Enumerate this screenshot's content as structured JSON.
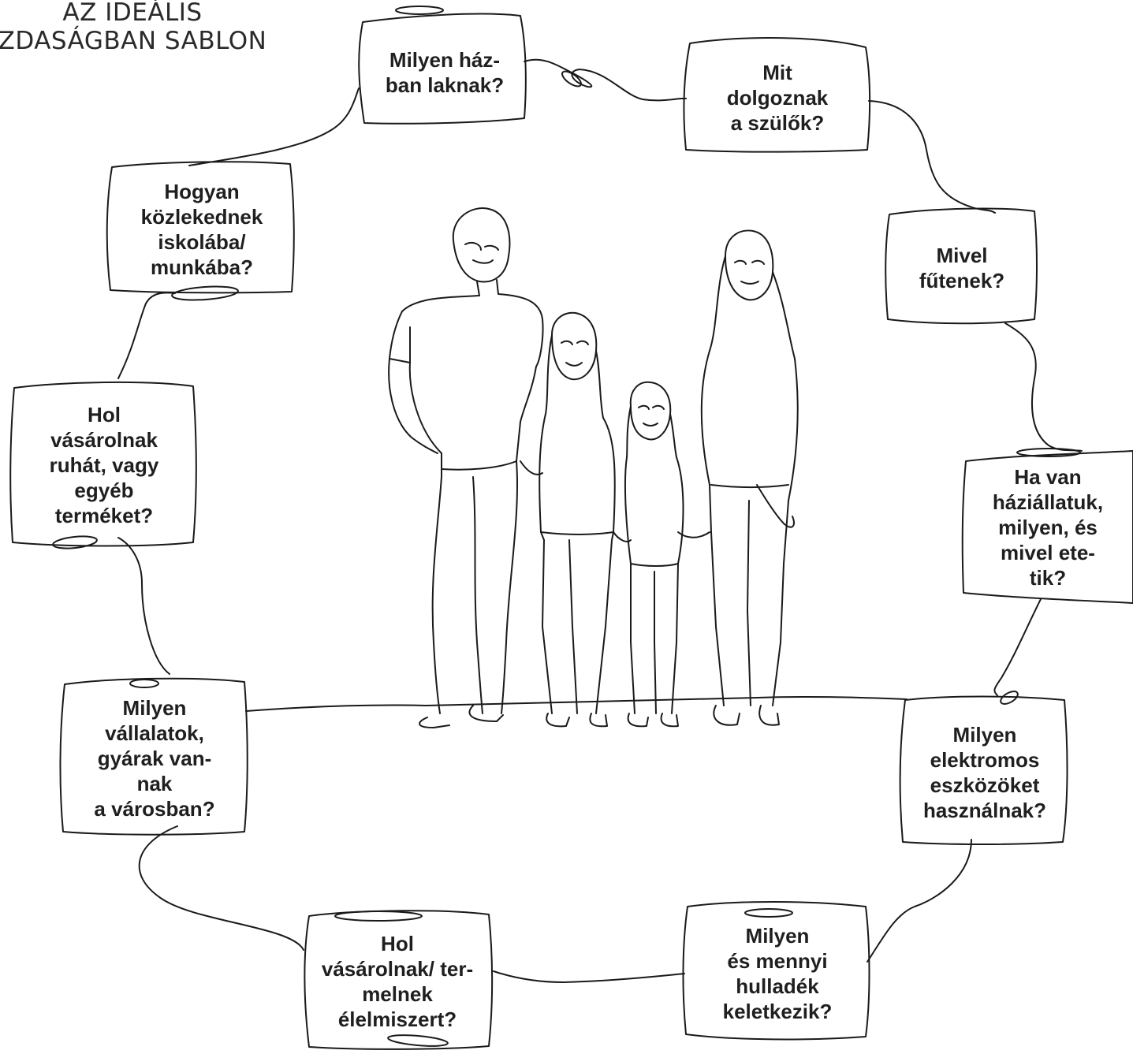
{
  "title": {
    "line1": "AZ IDEÁLIS",
    "line2": "ZDASÁGBAN SABLON"
  },
  "questions": {
    "house": "Milyen ház-\nban laknak?",
    "parents_work": "Mit\ndolgoznak\na szülők?",
    "heating": "Mivel\nfűtenek?",
    "pets": "Ha van\nháziállatuk,\nmilyen, és\nmivel ete-\ntik?",
    "electric": "Milyen\nelektromos\neszközöket\nhasználnak?",
    "waste": "Milyen\nés mennyi\nhulladék\nkeletkezik?",
    "food": "Hol\nvásárolnak/ ter-\nmelnek\nélelmiszert?",
    "companies": "Milyen\nvállalatok,\ngyárak van-\nnak\na városban?",
    "clothes": "Hol\nvásárolnak\nruhát, vagy\negyéb\nterméket?",
    "transport": "Hogyan\nközlekednek\niskolába/\nmunkába?"
  },
  "colors": {
    "line": "#1a1a1a",
    "text": "#1f1f1f",
    "background": "#ffffff"
  },
  "illustration": "family-of-four-line-drawing"
}
